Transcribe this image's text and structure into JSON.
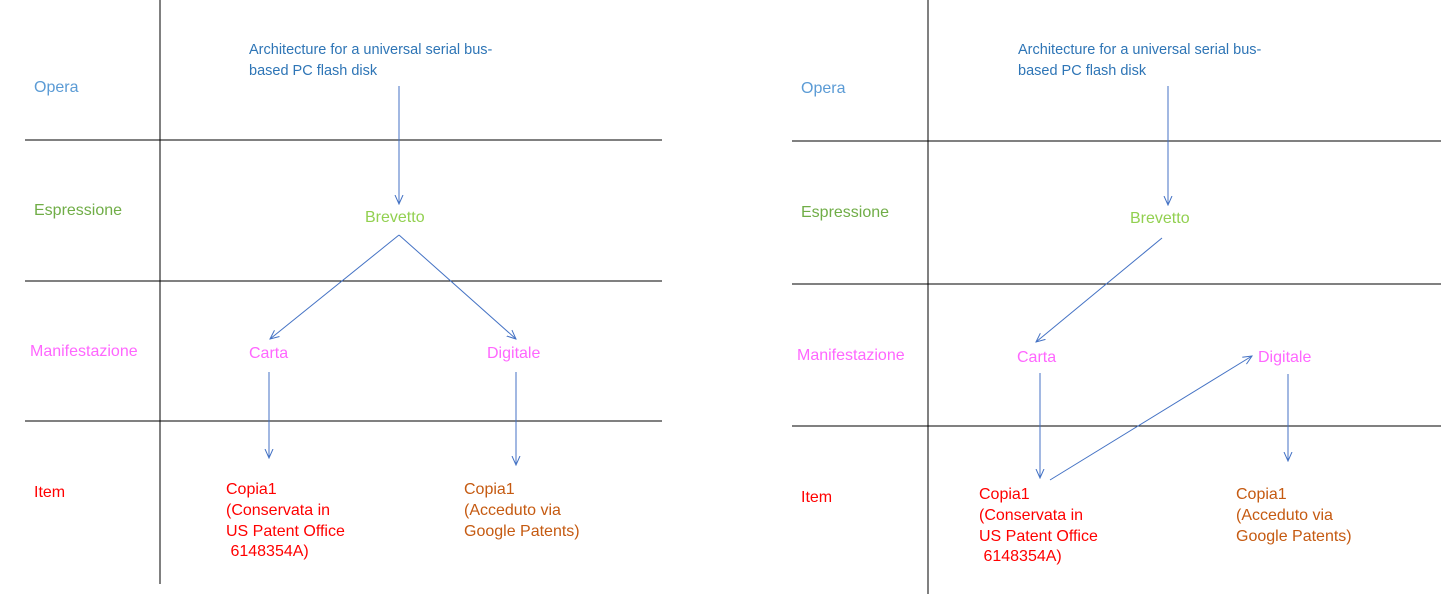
{
  "colors": {
    "opera": "#5b9bd5",
    "title": "#2e75b6",
    "espressione": "#70ad47",
    "brevetto": "#92d050",
    "manifestazione": "#ff66ff",
    "item": "#ff0000",
    "copia_digitale": "#c55a11",
    "lines": "#000000",
    "arrows": "#4472c4"
  },
  "levels": {
    "opera": "Opera",
    "espressione": "Espressione",
    "manifestazione": "Manifestazione",
    "item": "Item"
  },
  "title_lines": [
    "Architecture for a universal serial bus-",
    "based PC flash disk"
  ],
  "nodes": {
    "brevetto": "Brevetto",
    "carta": "Carta",
    "digitale": "Digitale"
  },
  "copia_carta_lines": [
    "Copia1",
    "(Conservata in",
    "US Patent Office",
    " 6148354A)"
  ],
  "copia_digitale_lines": [
    "Copia1",
    "(Acceduto via",
    "Google Patents)"
  ]
}
